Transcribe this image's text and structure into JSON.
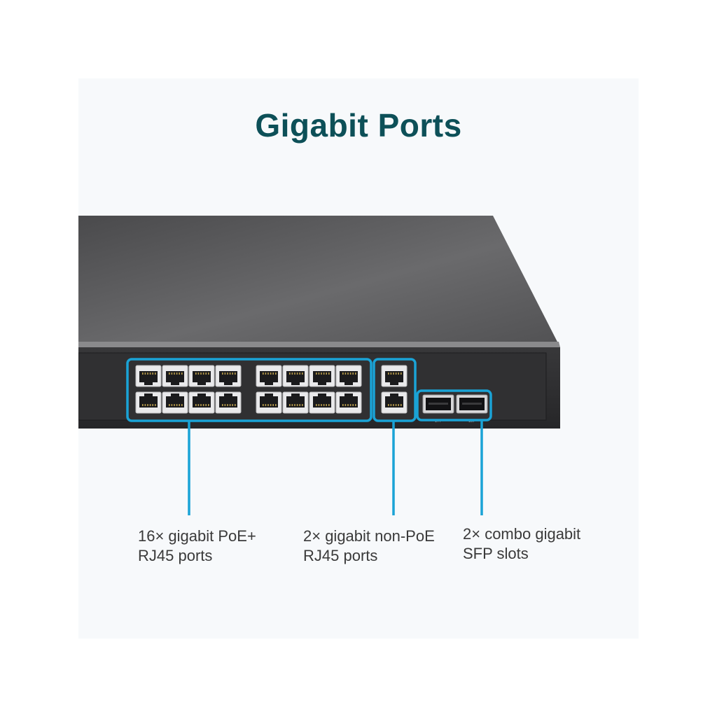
{
  "title": "Gigabit Ports",
  "colors": {
    "title": "#0d5058",
    "accent": "#1aa3d6",
    "device_top": "#5f5f5f",
    "device_front": "#2c2c2e",
    "caption_text": "#3a3a3a",
    "panel_bg": "#f7f9fb"
  },
  "callouts": [
    {
      "line1": "16× gigabit PoE+",
      "line2": "RJ45 ports"
    },
    {
      "line1": "2× gigabit non-PoE",
      "line2": "RJ45 ports"
    },
    {
      "line1": "2× combo gigabit",
      "line2": "SFP slots"
    }
  ],
  "sfp_labels": [
    "17F",
    "18F"
  ]
}
